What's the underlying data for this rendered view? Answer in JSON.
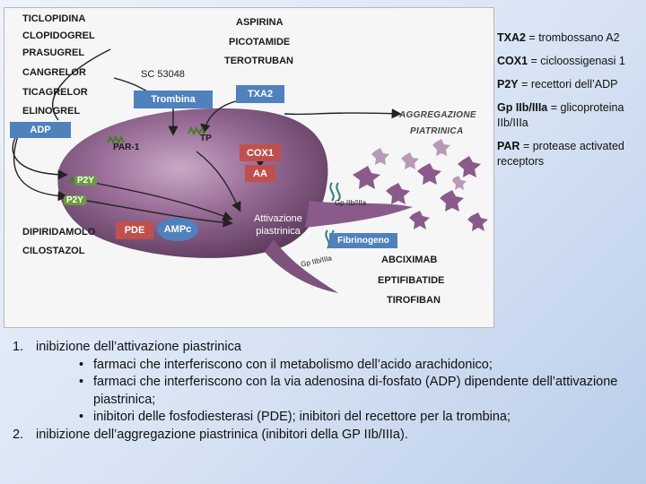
{
  "diagram": {
    "drugs_top_left": [
      "TICLOPIDINA",
      "CLOPIDOGREL",
      "PRASUGREL",
      "CANGRELOR",
      "TICAGRELOR",
      "ELINOGREL"
    ],
    "drugs_top_center": [
      "ASPIRINA",
      "PICOTAMIDE",
      "TEROTRUBAN"
    ],
    "sc_label": "SC 53048",
    "drugs_bottom_left": [
      "DIPIRIDAMOLO",
      "CILOSTAZOL"
    ],
    "drugs_bottom_right": [
      "ABCIXIMAB",
      "EPTIFIBATIDE",
      "TIROFIBAN"
    ],
    "boxes": {
      "trombina": "Trombina",
      "txa2": "TXA2",
      "adp": "ADP",
      "cox1": "COX1",
      "aa": "AA",
      "pde": "PDE",
      "ampc": "AMPc",
      "fibrinogeno": "Fibrinogeno"
    },
    "receptors": {
      "par1": "PAR-1",
      "tp": "TP",
      "p2y_1": "P2Y",
      "p2y_2": "P2Y",
      "gp_top": "Gp IIb/IIIa",
      "gp_bottom": "Gp IIb/IIIa"
    },
    "activation_label": [
      "Attivazione",
      "piastrinica"
    ],
    "aggregation_label": [
      "AGGREGAZIONE",
      "PIATRINICA"
    ],
    "colors": {
      "blue_box": "#4f81bd",
      "red_box": "#c0504d",
      "platelet": "#8a5b8a",
      "receptor": "#6a9b3f"
    }
  },
  "legend": [
    {
      "key": "TXA2",
      "text": " = trombossano A2"
    },
    {
      "key": "COX1",
      "text": " = cicloossigenasi 1"
    },
    {
      "key": "P2Y",
      "text": " = recettori dell’ADP"
    },
    {
      "key": "Gp IIb/IIIa",
      "text": " = glicoproteina IIb/IIIa"
    },
    {
      "key": "PAR",
      "text": " = protease activated receptors"
    }
  ],
  "notes": {
    "item1": {
      "num": "1.",
      "text": "inibizione dell’attivazione piastrinica"
    },
    "bullets": [
      "farmaci che interferiscono con il metabolismo dell’acido arachidonico;",
      "farmaci che interferiscono con la via adenosina di-fosfato (ADP) dipendente  dell’attivazione piastrinica;",
      "inibitori delle fosfodiesterasi (PDE); inibitori del recettore per la trombina;"
    ],
    "bullet_symbol": "•",
    "item2": {
      "num": "2.",
      "text": "inibizione dell’aggregazione piastrinica (inibitori della GP IIb/IIIa)."
    }
  }
}
